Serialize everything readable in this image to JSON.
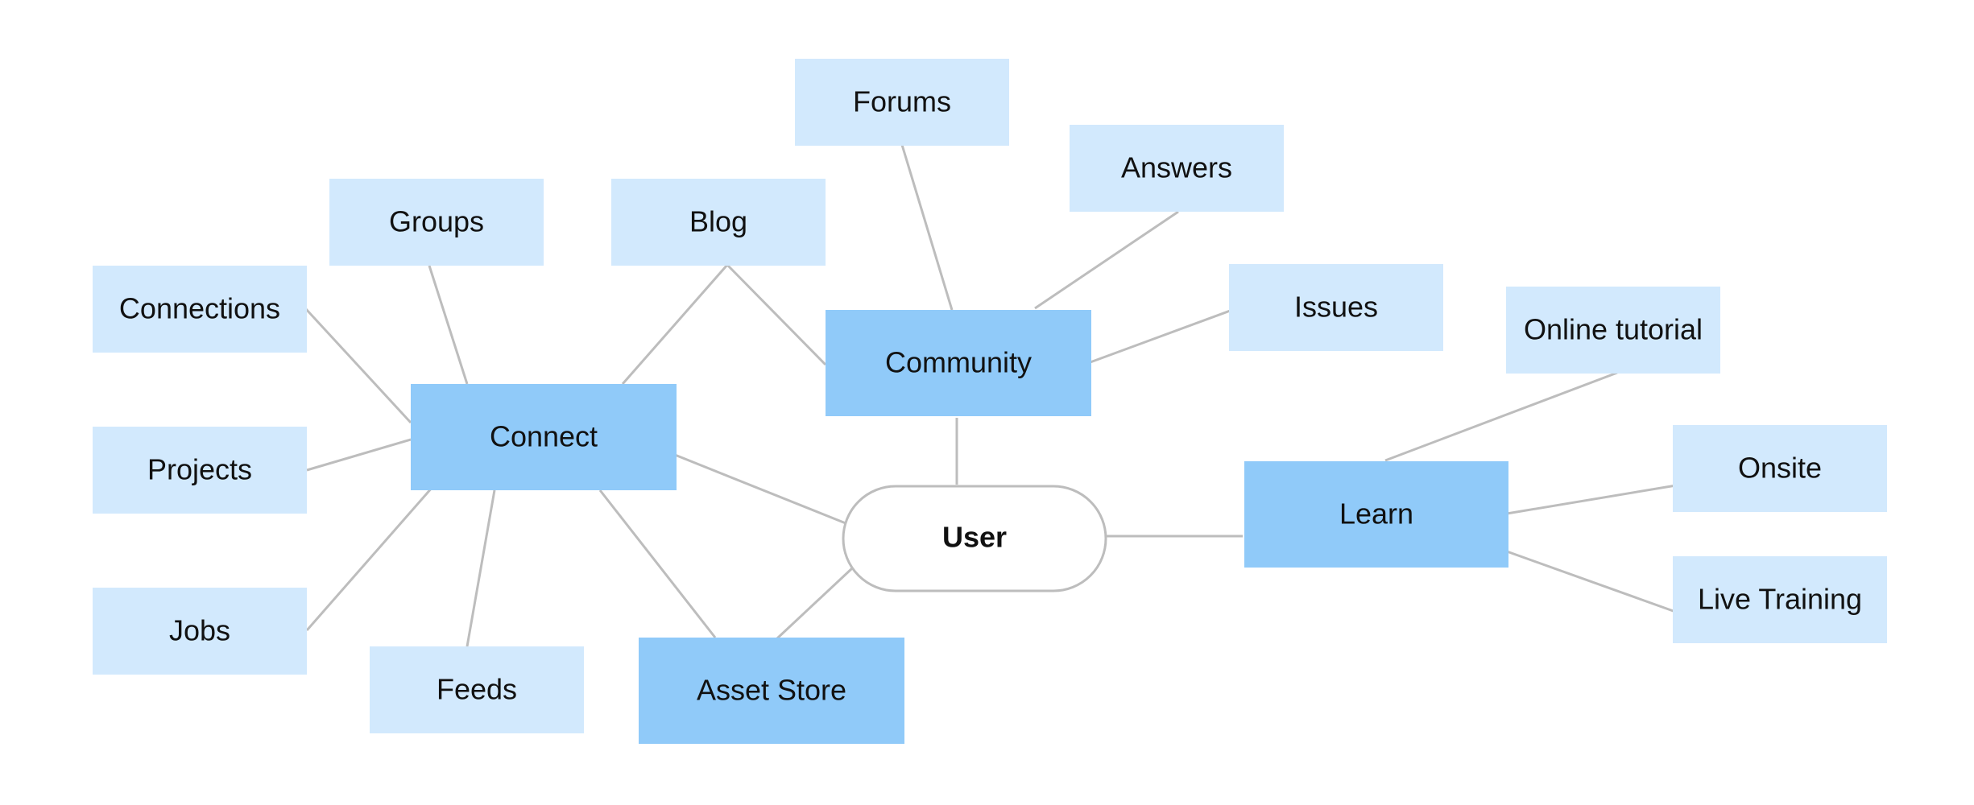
{
  "colors": {
    "primary_fill": "#90CAF9",
    "secondary_fill": "#D2E9FD",
    "root_fill": "#FFFFFF",
    "root_stroke": "#BDBDBD",
    "edge": "#BDBDBD",
    "text": "#111111"
  },
  "nodes": {
    "user": {
      "label": "User"
    },
    "connect": {
      "label": "Connect"
    },
    "community": {
      "label": "Community"
    },
    "asset_store": {
      "label": "Asset Store"
    },
    "learn": {
      "label": "Learn"
    },
    "groups": {
      "label": "Groups"
    },
    "connections": {
      "label": "Connections"
    },
    "projects": {
      "label": "Projects"
    },
    "jobs": {
      "label": "Jobs"
    },
    "feeds": {
      "label": "Feeds"
    },
    "blog": {
      "label": "Blog"
    },
    "forums": {
      "label": "Forums"
    },
    "answers": {
      "label": "Answers"
    },
    "issues": {
      "label": "Issues"
    },
    "online_tutorial": {
      "label": "Online tutorial"
    },
    "onsite": {
      "label": "Onsite"
    },
    "live_training": {
      "label": "Live Training"
    }
  },
  "edges": [
    [
      "user",
      "connect"
    ],
    [
      "user",
      "community"
    ],
    [
      "user",
      "asset_store"
    ],
    [
      "user",
      "learn"
    ],
    [
      "connect",
      "groups"
    ],
    [
      "connect",
      "connections"
    ],
    [
      "connect",
      "projects"
    ],
    [
      "connect",
      "jobs"
    ],
    [
      "connect",
      "feeds"
    ],
    [
      "connect",
      "blog"
    ],
    [
      "connect",
      "asset_store"
    ],
    [
      "community",
      "blog"
    ],
    [
      "community",
      "forums"
    ],
    [
      "community",
      "answers"
    ],
    [
      "community",
      "issues"
    ],
    [
      "learn",
      "online_tutorial"
    ],
    [
      "learn",
      "onsite"
    ],
    [
      "learn",
      "live_training"
    ]
  ]
}
